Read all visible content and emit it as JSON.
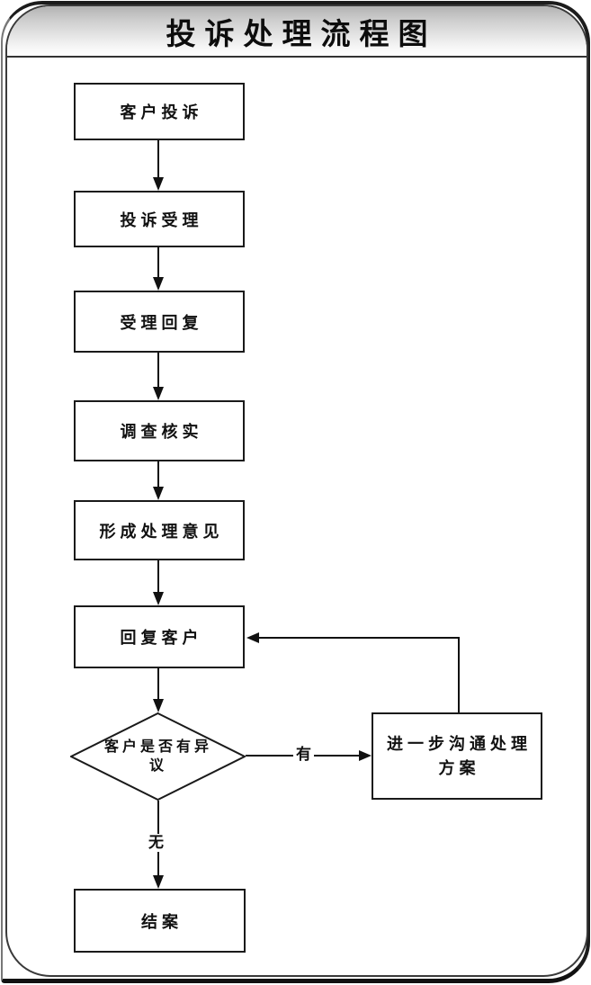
{
  "title": "投诉处理流程图",
  "flow": {
    "nodes": [
      {
        "name": "customer-complaint",
        "label": "客户投诉"
      },
      {
        "name": "complaint-acceptance",
        "label": "投诉受理"
      },
      {
        "name": "acceptance-reply",
        "label": "受理回复"
      },
      {
        "name": "investigate-verify",
        "label": "调查核实"
      },
      {
        "name": "form-handling-opinion",
        "label": "形成处理意见"
      },
      {
        "name": "reply-customer",
        "label": "回复客户"
      },
      {
        "name": "decision-customer-objection",
        "label": "客户是否有异议"
      },
      {
        "name": "further-communication-plan",
        "label": "进一步沟通处理方案"
      },
      {
        "name": "close-case",
        "label": "结案"
      }
    ],
    "branch_labels": {
      "yes": "有",
      "no": "无"
    }
  },
  "colors": {
    "line": "#111111",
    "node_border": "#1a1a1a",
    "node_fill": "#ffffff",
    "header_gradient_top": "#b3b3b3",
    "header_gradient_bottom": "#ffffff",
    "title_text": "#0d0d0d"
  }
}
